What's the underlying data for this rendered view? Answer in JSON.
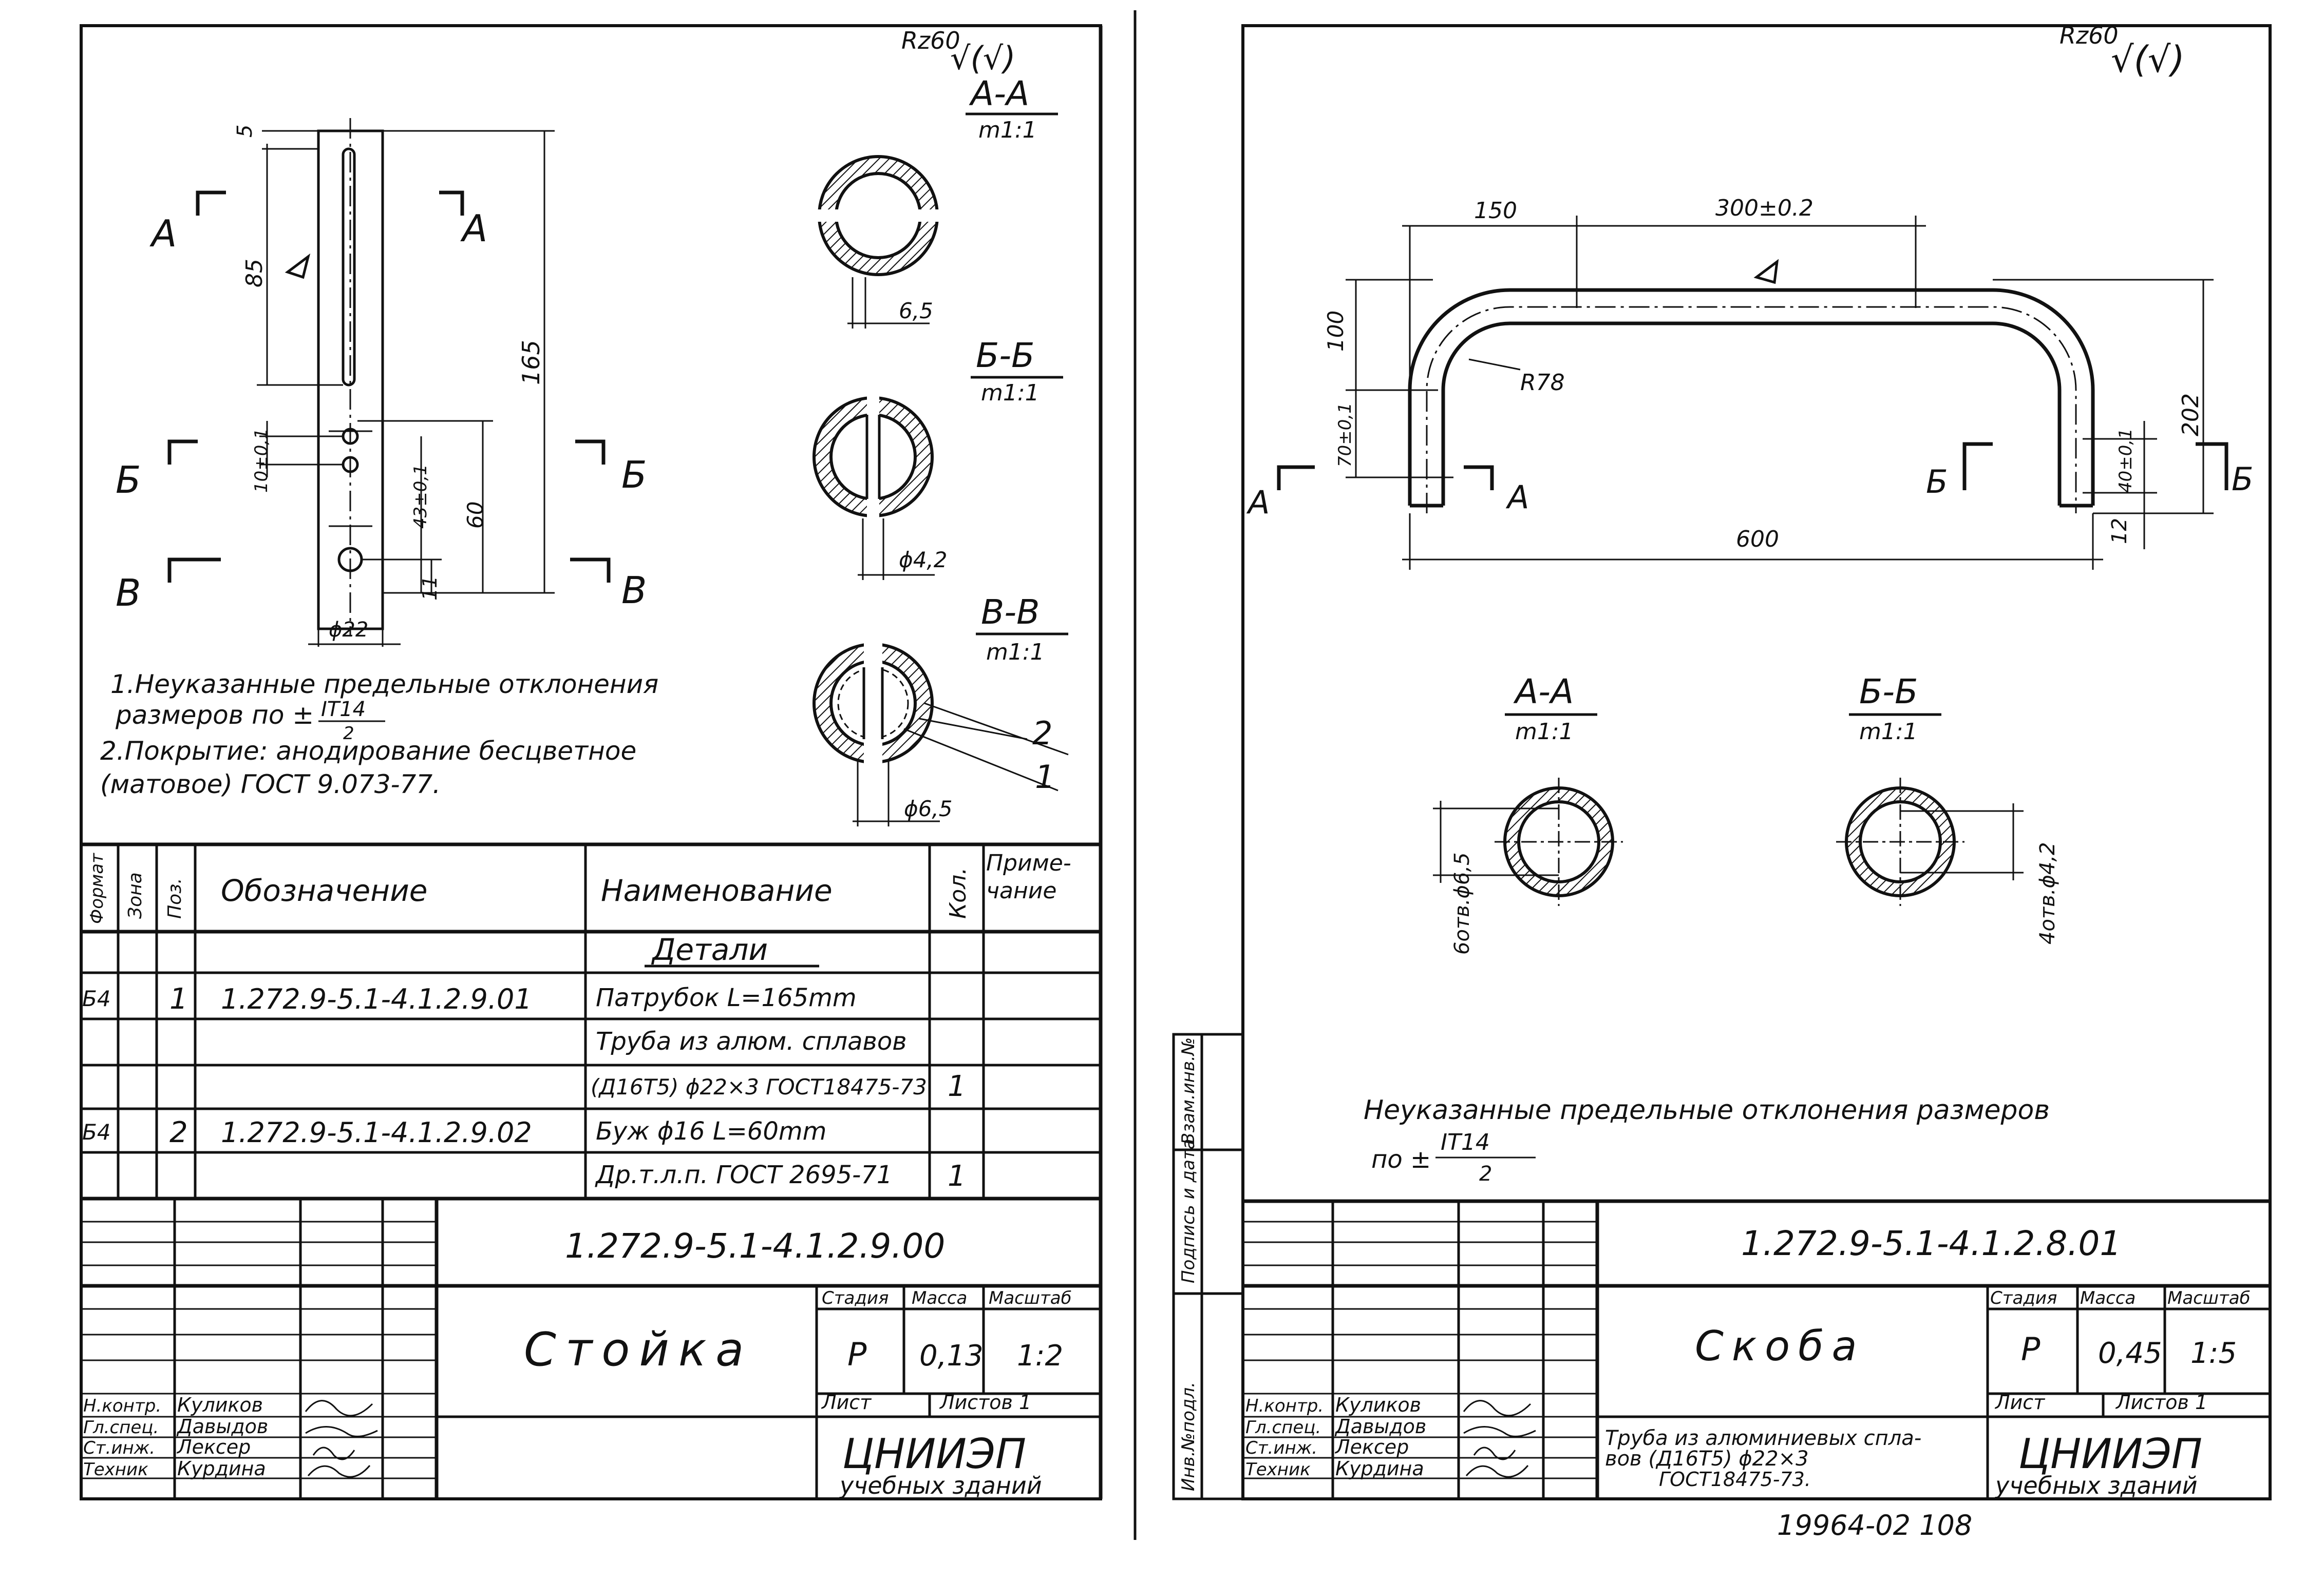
{
  "left": {
    "roughness": "Rz60",
    "roughness_symbol": "√(√)",
    "section_aa": {
      "title": "А-А",
      "scale": "m1:1",
      "dim": "6,5"
    },
    "section_bb": {
      "title": "Б-Б",
      "scale": "m1:1",
      "dim": "ϕ4,2"
    },
    "section_vv": {
      "title": "В-В",
      "scale": "m1:1",
      "dim": "ϕ6,5",
      "pos1": "1",
      "pos2": "2"
    },
    "labels": {
      "a": "А",
      "b": "Б",
      "v": "В"
    },
    "dims": {
      "d5": "5",
      "d85": "85",
      "d165": "165",
      "d10": "10±0,1",
      "d43": "43±0,1",
      "d60": "60",
      "d11": "11",
      "dphi22": "ϕ22"
    },
    "notes": {
      "line1": "1.Неуказанные предельные отклонения",
      "line2a": "размеров по ±",
      "line2b": "IT14",
      "line2c": "2",
      "line3": "2.Покрытие: анодирование бесцветное",
      "line4": "(матовое) ГОСТ 9.073-77."
    },
    "spec": {
      "headers": {
        "format": "Формат",
        "zone": "Зона",
        "pos": "Поз.",
        "designation": "Обозначение",
        "name": "Наименование",
        "qty": "Кол.",
        "note": "Приме-чание"
      },
      "section": "Детали",
      "rows": [
        {
          "format": "Б4",
          "pos": "1",
          "designation": "1.272.9-5.1-4.1.2.9.01",
          "name": "Патрубок L=165mm",
          "qty": ""
        },
        {
          "format": "",
          "pos": "",
          "designation": "",
          "name": "Труба из алюм. сплавов",
          "qty": ""
        },
        {
          "format": "",
          "pos": "",
          "designation": "",
          "name": "(Д16Т5) ϕ22×3 ГОСТ18475-73",
          "qty": "1"
        },
        {
          "format": "Б4",
          "pos": "2",
          "designation": "1.272.9-5.1-4.1.2.9.02",
          "name": "Буж ϕ16 L=60mm",
          "qty": ""
        },
        {
          "format": "",
          "pos": "",
          "designation": "",
          "name": "Др.т.л.п. ГОСТ 2695-71",
          "qty": "1"
        }
      ]
    },
    "title_block": {
      "doc_number": "1.272.9-5.1-4.1.2.9.00",
      "part_name": "Стойка",
      "stage_label": "Стадия",
      "mass_label": "Масса",
      "scale_label": "Масштаб",
      "stage": "Р",
      "mass": "0,13",
      "scale": "1:2",
      "sheet_label": "Лист",
      "sheets_label": "Листов 1",
      "org1": "ЦНИИЭП",
      "org2": "учебных зданий",
      "signatures": [
        {
          "role": "Н.контр.",
          "name": "Куликов"
        },
        {
          "role": "Гл.спец.",
          "name": "Давыдов"
        },
        {
          "role": "Ст.инж.",
          "name": "Лексер"
        },
        {
          "role": "Техник",
          "name": "Курдина"
        }
      ]
    }
  },
  "right": {
    "roughness": "Rz60",
    "roughness_symbol": "√(√)",
    "dims": {
      "d150": "150",
      "d300": "300±0.2",
      "d100": "100",
      "r78": "R78",
      "d70": "70±0,1",
      "d202": "202",
      "d40": "40±0,1",
      "d12": "12",
      "d600": "600"
    },
    "labels": {
      "a": "А",
      "b": "Б"
    },
    "section_aa": {
      "title": "А-А",
      "scale": "m1:1",
      "holes": "6отв.ϕ6,5"
    },
    "section_bb": {
      "title": "Б-Б",
      "scale": "m1:1",
      "holes": "4отв.ϕ4,2"
    },
    "note": {
      "line1": "Неуказанные предельные отклонения размеров",
      "line2a": "по ±",
      "line2b": "IT14",
      "line2c": "2"
    },
    "side_stamp": [
      "Инв.№подл.",
      "Подпись и дата",
      "Взам.инв.№"
    ],
    "title_block": {
      "doc_number": "1.272.9-5.1-4.1.2.8.01",
      "part_name": "Скоба",
      "material1": "Труба из алюминиевых спла-",
      "material2": "вов (Д16Т5) ϕ22×3",
      "material3": "ГОСТ18475-73.",
      "stage_label": "Стадия",
      "mass_label": "Масса",
      "scale_label": "Масштаб",
      "stage": "Р",
      "mass": "0,45",
      "scale": "1:5",
      "sheet_label": "Лист",
      "sheets_label": "Листов 1",
      "org1": "ЦНИИЭП",
      "org2": "учебных зданий",
      "signatures": [
        {
          "role": "Н.контр.",
          "name": "Куликов"
        },
        {
          "role": "Гл.спец.",
          "name": "Давыдов"
        },
        {
          "role": "Ст.инж.",
          "name": "Лексер"
        },
        {
          "role": "Техник",
          "name": "Курдина"
        }
      ]
    },
    "archive_number": "19964-02 108"
  }
}
